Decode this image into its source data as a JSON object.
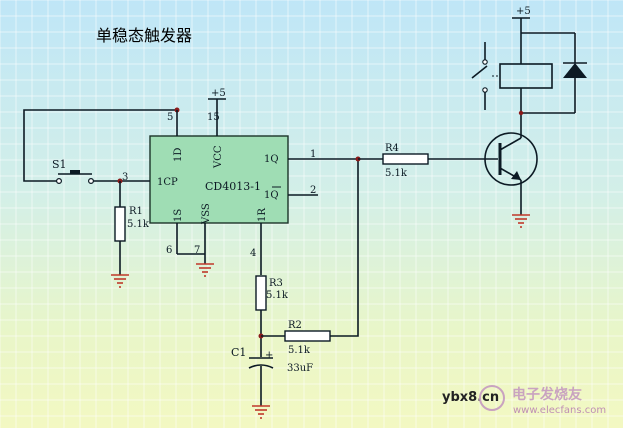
{
  "diagram": {
    "title": "单稳态触发器",
    "chip": {
      "name": "CD4013-1",
      "pins": {
        "d": "1D",
        "vcc": "VCC",
        "cp": "1CP",
        "q": "1Q",
        "qbar": "1Q",
        "s": "1S",
        "vss": "VSS",
        "r": "1R"
      },
      "pin_numbers": {
        "d": "5",
        "vcc": "15",
        "cp": "3",
        "q": "1",
        "qbar": "2",
        "s": "6",
        "vss": "7",
        "r": "4"
      }
    },
    "supply_top": "+5",
    "supply_relay": "+5",
    "switch": {
      "name": "S1"
    },
    "components": {
      "r1": {
        "name": "R1",
        "value": "5.1k"
      },
      "r2": {
        "name": "R2",
        "value": "5.1k"
      },
      "r3": {
        "name": "R3",
        "value": "5.1k"
      },
      "r4": {
        "name": "R4",
        "value": "5.1k"
      },
      "c1": {
        "name": "C1",
        "value": "33uF",
        "polarity": "+"
      }
    },
    "watermark": {
      "site": "ybx8.cn",
      "brand": "电子发烧友",
      "url": "www.elecfans.com"
    }
  }
}
